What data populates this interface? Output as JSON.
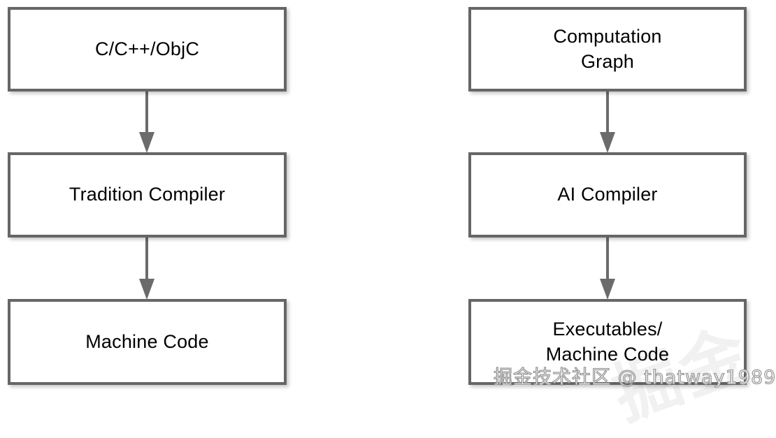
{
  "diagram": {
    "type": "flowchart",
    "background_color": "#ffffff",
    "box_border_color": "#666666",
    "arrow_color": "#6b6b6b",
    "text_color": "#000000",
    "columns": [
      {
        "name": "traditional-compilation-pipeline",
        "nodes": [
          {
            "id": "source-code",
            "label": "C/C++/ObjC"
          },
          {
            "id": "tradition-compiler",
            "label": "Tradition Compiler"
          },
          {
            "id": "machine-code",
            "label": "Machine Code"
          }
        ],
        "connectors": [
          {
            "from": "source-code",
            "to": "tradition-compiler",
            "style": "arrow-down"
          },
          {
            "from": "tradition-compiler",
            "to": "machine-code",
            "style": "arrow-down"
          }
        ]
      },
      {
        "name": "ai-compilation-pipeline",
        "nodes": [
          {
            "id": "computation-graph",
            "label": "Computation\nGraph"
          },
          {
            "id": "ai-compiler",
            "label": "AI Compiler"
          },
          {
            "id": "executables",
            "label": "Executables/\nMachine Code"
          }
        ],
        "connectors": [
          {
            "from": "computation-graph",
            "to": "ai-compiler",
            "style": "arrow-down"
          },
          {
            "from": "ai-compiler",
            "to": "executables",
            "style": "arrow-down"
          }
        ]
      }
    ]
  },
  "watermark": {
    "text": "掘金技术社区 @ thatway1989",
    "diagonal_text": "掘金",
    "color": "#ffffff",
    "stroke_color": "#9a9a9a"
  }
}
